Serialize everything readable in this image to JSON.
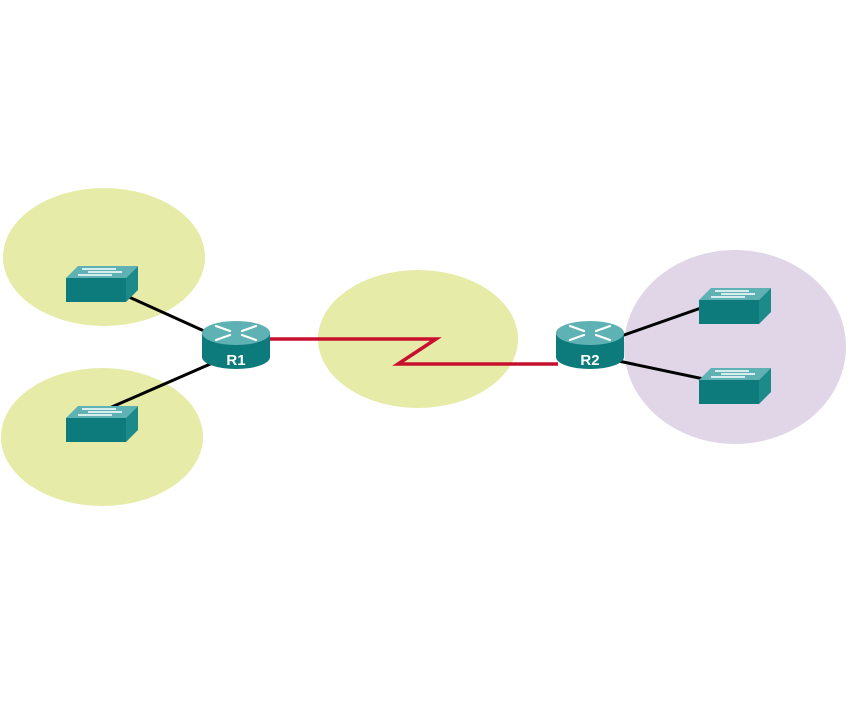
{
  "colors": {
    "background": "#ffffff",
    "lan_area": "#e6eba8",
    "remote_lan_area": "#e0d6e8",
    "ethernet_link": "#000000",
    "serial_link": "#c8102e",
    "device_top": "#5fb2b4",
    "device_side": "#1d8a8a",
    "device_front": "#0d7a7c",
    "device_arrows": "#ffffff"
  },
  "routers": [
    {
      "id": "r1",
      "label": "R1",
      "icon": "router-icon"
    },
    {
      "id": "r2",
      "label": "R2",
      "icon": "router-icon"
    }
  ],
  "switches": [
    {
      "id": "sw-r1-top",
      "icon": "switch-icon"
    },
    {
      "id": "sw-r1-bottom",
      "icon": "switch-icon"
    },
    {
      "id": "sw-r2-top",
      "icon": "switch-icon"
    },
    {
      "id": "sw-r2-bottom",
      "icon": "switch-icon"
    }
  ],
  "links": [
    {
      "from": "r1",
      "to": "sw-r1-top",
      "type": "ethernet"
    },
    {
      "from": "r1",
      "to": "sw-r1-bottom",
      "type": "ethernet"
    },
    {
      "from": "r1",
      "to": "r2",
      "type": "serial"
    },
    {
      "from": "r2",
      "to": "sw-r2-top",
      "type": "ethernet"
    },
    {
      "from": "r2",
      "to": "sw-r2-bottom",
      "type": "ethernet"
    }
  ]
}
